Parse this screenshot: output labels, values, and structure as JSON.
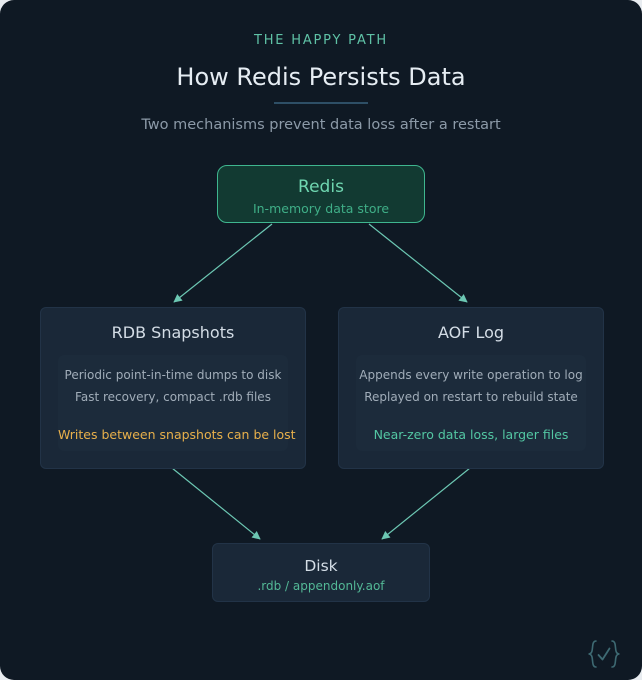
{
  "header": {
    "eyebrow": "THE HAPPY PATH",
    "title": "How Redis Persists Data",
    "subtitle": "Two mechanisms prevent data loss after a restart"
  },
  "source": {
    "title": "Redis",
    "subtitle": "In-memory data store"
  },
  "mechanisms": [
    {
      "title": "RDB Snapshots",
      "lines": [
        "Periodic point-in-time dumps to disk",
        "Fast recovery, compact .rdb files"
      ],
      "note": "Writes between snapshots can be lost"
    },
    {
      "title": "AOF Log",
      "lines": [
        "Appends every write operation to log",
        "Replayed on restart to rebuild state"
      ],
      "note": "Near-zero data loss, larger files"
    }
  ],
  "target": {
    "title": "Disk",
    "subtitle": ".rdb / appendonly.aof"
  },
  "icons": {
    "logo": "code-check-logo-icon"
  },
  "colors": {
    "background": "#0f1924",
    "accent": "#5fc2a6",
    "warning": "#e8b04b",
    "connector": "#6cc7b3"
  }
}
